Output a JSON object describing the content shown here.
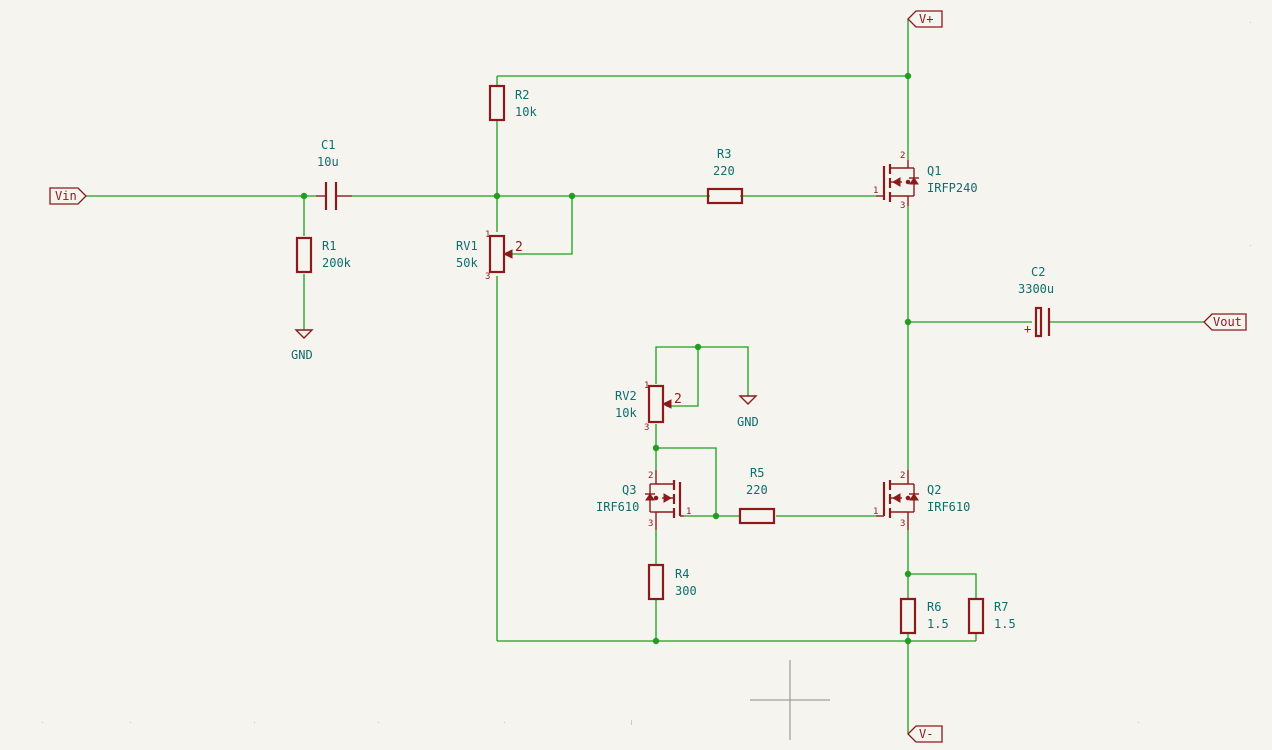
{
  "components": {
    "C1": {
      "ref": "C1",
      "value": "10u"
    },
    "C2": {
      "ref": "C2",
      "value": "3300u"
    },
    "R1": {
      "ref": "R1",
      "value": "200k"
    },
    "R2": {
      "ref": "R2",
      "value": "10k"
    },
    "R3": {
      "ref": "R3",
      "value": "220"
    },
    "R4": {
      "ref": "R4",
      "value": "300"
    },
    "R5": {
      "ref": "R5",
      "value": "220"
    },
    "R6": {
      "ref": "R6",
      "value": "1.5"
    },
    "R7": {
      "ref": "R7",
      "value": "1.5"
    },
    "RV1": {
      "ref": "RV1",
      "value": "50k"
    },
    "RV2": {
      "ref": "RV2",
      "value": "10k"
    },
    "Q1": {
      "ref": "Q1",
      "value": "IRFP240"
    },
    "Q2": {
      "ref": "Q2",
      "value": "IRF610"
    },
    "Q3": {
      "ref": "Q3",
      "value": "IRF610"
    }
  },
  "ports": {
    "vin": "Vin",
    "vout": "Vout",
    "vplus": "V+",
    "vminus": "V-"
  },
  "power": {
    "gnd1": "GND",
    "gnd2": "GND"
  },
  "pins": {
    "one": "1",
    "two": "2",
    "three": "3"
  },
  "capacitor_polarity": "+",
  "colors": {
    "background": "#f5f4ef",
    "wire": "#1f9e1f",
    "symbol": "#8b1a1a",
    "reference_text": "#0f6e6e"
  }
}
